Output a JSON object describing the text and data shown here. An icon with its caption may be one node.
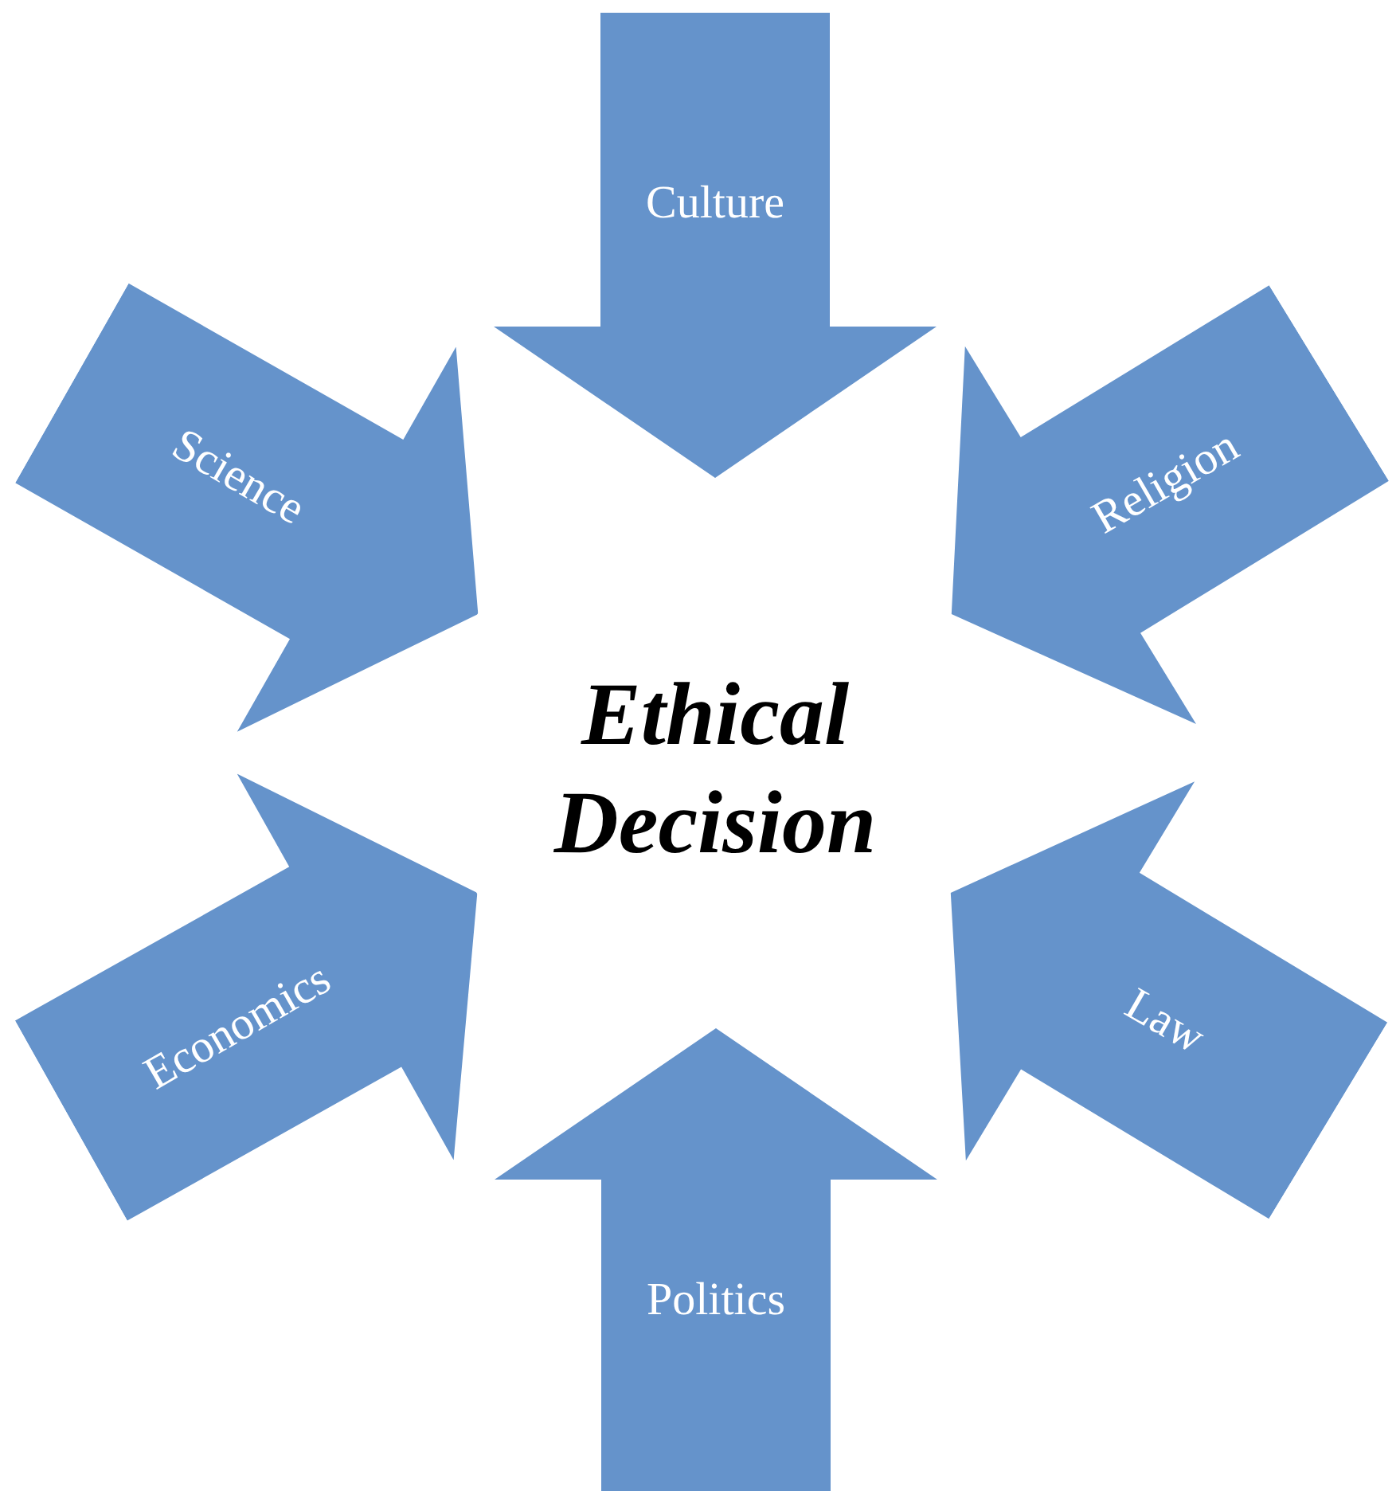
{
  "diagram": {
    "nodes": [
      {
        "text": [
          "Culture"
        ]
      },
      {
        "text": [
          "Science"
        ]
      },
      {
        "text": [
          "Religion"
        ]
      },
      {
        "text": [
          "Ethical Decision"
        ]
      },
      {
        "text": [
          "Economics"
        ]
      },
      {
        "text": [
          "Law"
        ]
      },
      {
        "text": [
          "Politics"
        ]
      }
    ]
  }
}
